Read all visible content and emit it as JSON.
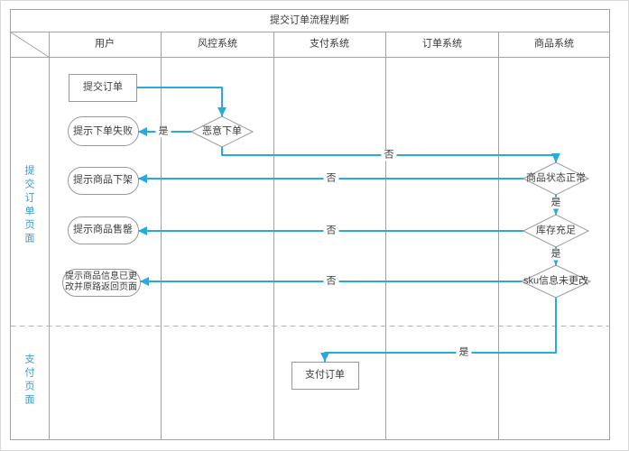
{
  "page": {
    "title": "提交订单流程判断"
  },
  "lanes": {
    "columns": [
      {
        "label": "用户"
      },
      {
        "label": "风控系统"
      },
      {
        "label": "支付系统"
      },
      {
        "label": "订单系统"
      },
      {
        "label": "商品系统"
      }
    ],
    "rows": [
      {
        "label": "提交订单页面"
      },
      {
        "label": "支付页面"
      }
    ]
  },
  "nodes": {
    "submit_order": "提交订单",
    "fail_notice": "提示下单失败",
    "malicious_check": "恶意下单",
    "offshelf_notice": "提示商品下架",
    "soldout_notice": "提示商品售罄",
    "changed_notice": "提示商品信息已更改并原路返回页面",
    "status_check": "商品状态正常",
    "stock_check": "库存充足",
    "sku_check": "sku信息未更改",
    "pay_order": "支付订单"
  },
  "labels": {
    "yes": "是",
    "no": "否"
  },
  "colors": {
    "arrow": "#29a9dc",
    "shape_border": "#999999",
    "grid_border": "#a3a3a3",
    "lane_label": "#3b97cd",
    "text": "#3d3d3d"
  }
}
